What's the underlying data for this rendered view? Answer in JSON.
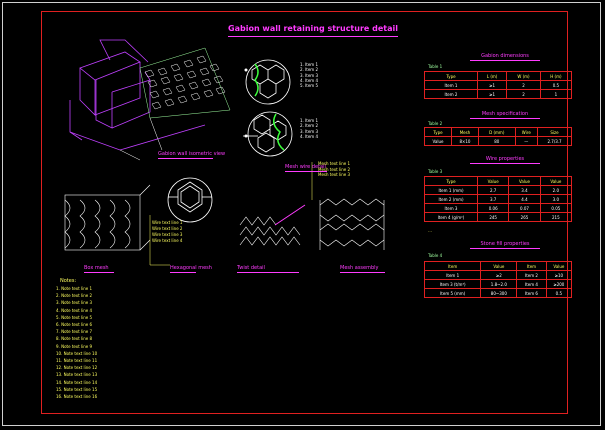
{
  "drawing": {
    "title": "Gabion wall retaining structure detail",
    "captions": {
      "isometric": "Gabion wall isometric view",
      "detail": "Mesh wire detail",
      "box_mesh": "Box mesh",
      "mesh_cell": "Hexagonal mesh",
      "twist": "Twist detail",
      "assembly": "Mesh assembly"
    },
    "legend_top": [
      "1. Item 1",
      "2. Item 2",
      "3. Item 3",
      "4. Item 4",
      "5. Item 5"
    ],
    "legend_bottom": [
      "1. Item 1",
      "2. Item 2",
      "3. Item 3",
      "4. Item 4"
    ],
    "side_note": [
      "Mesh text line 1",
      "Mesh text line 2",
      "Mesh text line 3"
    ],
    "mid_note": [
      "Wire text line 1",
      "Wire text line 2",
      "Wire text line 3",
      "Wire text line 4"
    ],
    "notes_heading": "Notes:",
    "notes": [
      "1. Note text line 1",
      "2. Note text line 2",
      "3. Note text line 3",
      "4. Note text line 4",
      "5. Note text line 5",
      "6. Note text line 6",
      "7. Note text line 7",
      "8. Note text line 8",
      "9. Note text line 9",
      "10. Note text line 10",
      "11. Note text line 11",
      "12. Note text line 12",
      "13. Note text line 13",
      "14. Note text line 14",
      "15. Note text line 15",
      "16. Note text line 16"
    ]
  },
  "tables": [
    {
      "title": "Gabion dimensions",
      "label": "Table 1",
      "rows": [
        [
          "Type",
          "L (m)",
          "W (m)",
          "H (m)"
        ],
        [
          "Item 1",
          "≥1",
          "2",
          "0.5"
        ],
        [
          "Item 2",
          "≥1",
          "2",
          "1"
        ]
      ]
    },
    {
      "title": "Mesh specification",
      "label": "Table 2",
      "rows": [
        [
          "Type",
          "Mesh",
          "D (mm)",
          "Wire",
          "Size"
        ],
        [
          "Value",
          "8×10",
          "80",
          "—",
          "2.7/3.7"
        ]
      ]
    },
    {
      "title": "Wire properties",
      "label": "Table 3",
      "rows": [
        [
          "Type",
          "Value",
          "Value",
          "Value"
        ],
        [
          "Item 1 (mm)",
          "2.7",
          "3.4",
          "2.0"
        ],
        [
          "Item 2 (mm)",
          "3.7",
          "4.4",
          "3.0"
        ],
        [
          "Item 3",
          "0.06",
          "0.07",
          "0.05"
        ],
        [
          "Item 4 (g/m²)",
          "245",
          "265",
          "215"
        ]
      ]
    },
    {
      "title": "Stone fill properties",
      "label": "Table 4",
      "rows": [
        [
          "Item",
          "Value",
          "Item",
          "Value"
        ],
        [
          "Item 1",
          "≥2",
          "Item 2",
          "≥10"
        ],
        [
          "Item 3 (t/m³)",
          "1.8~2.0",
          "Item 4",
          "≥200"
        ],
        [
          "Item 5 (mm)",
          "80~300",
          "Item 6",
          "0.5"
        ]
      ]
    }
  ]
}
